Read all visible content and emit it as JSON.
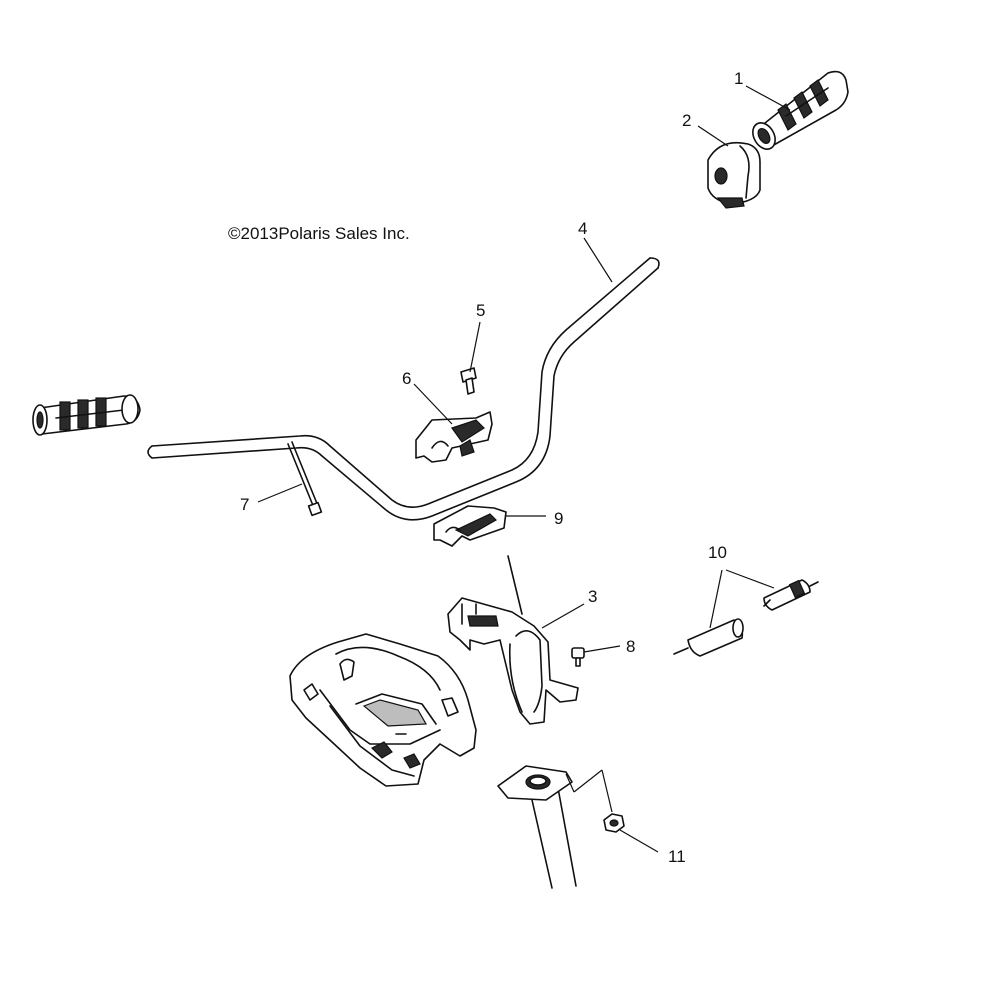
{
  "copyright": "©2013Polaris Sales Inc.",
  "callouts": {
    "c1": "1",
    "c2": "2",
    "c3": "3",
    "c4": "4",
    "c5": "5",
    "c6": "6",
    "c7": "7",
    "c8": "8",
    "c9": "9",
    "c10": "10",
    "c11": "11"
  }
}
